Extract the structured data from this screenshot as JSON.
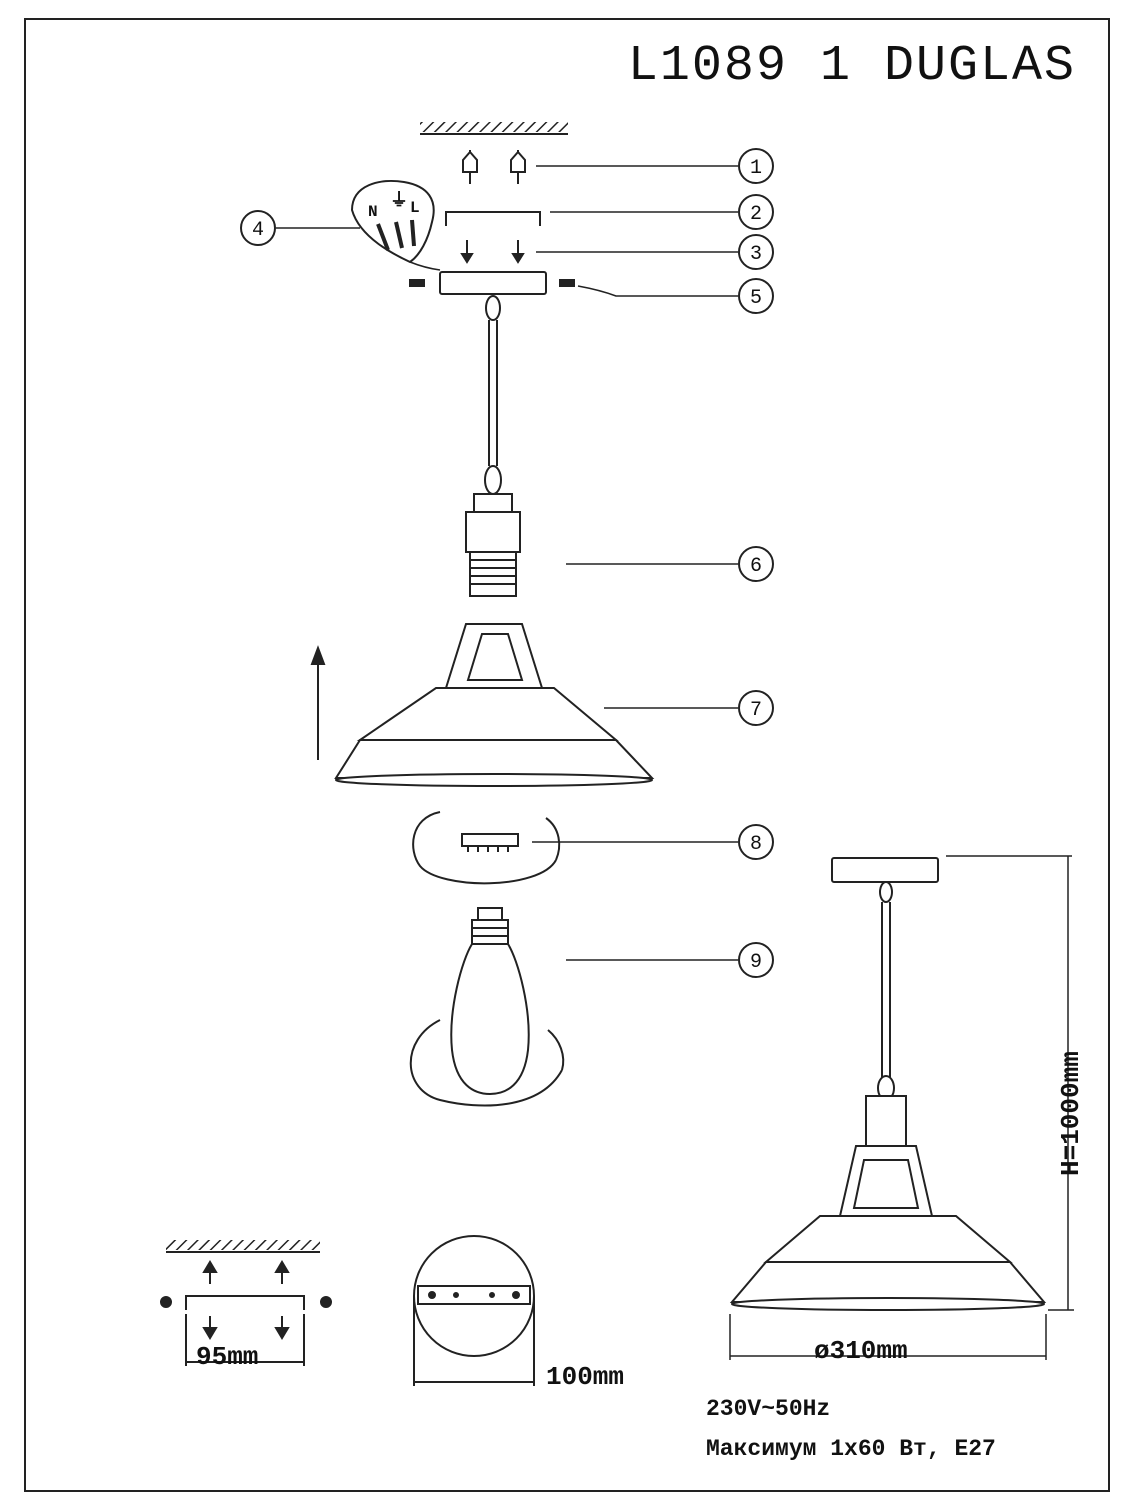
{
  "title": "L1089 1 DUGLAS",
  "callouts": [
    "1",
    "2",
    "3",
    "4",
    "5",
    "6",
    "7",
    "8",
    "9"
  ],
  "wiring_labels": {
    "n": "N",
    "earth": "⏚",
    "l": "L"
  },
  "dimensions": {
    "bracket_width": "95mm",
    "canopy_diameter": "100mm",
    "height": "H=1000mm",
    "shade_diameter": "ø310mm"
  },
  "specs": {
    "voltage": "230V~50Hz",
    "max_power": "Максимум 1x60 Вт, E27"
  }
}
